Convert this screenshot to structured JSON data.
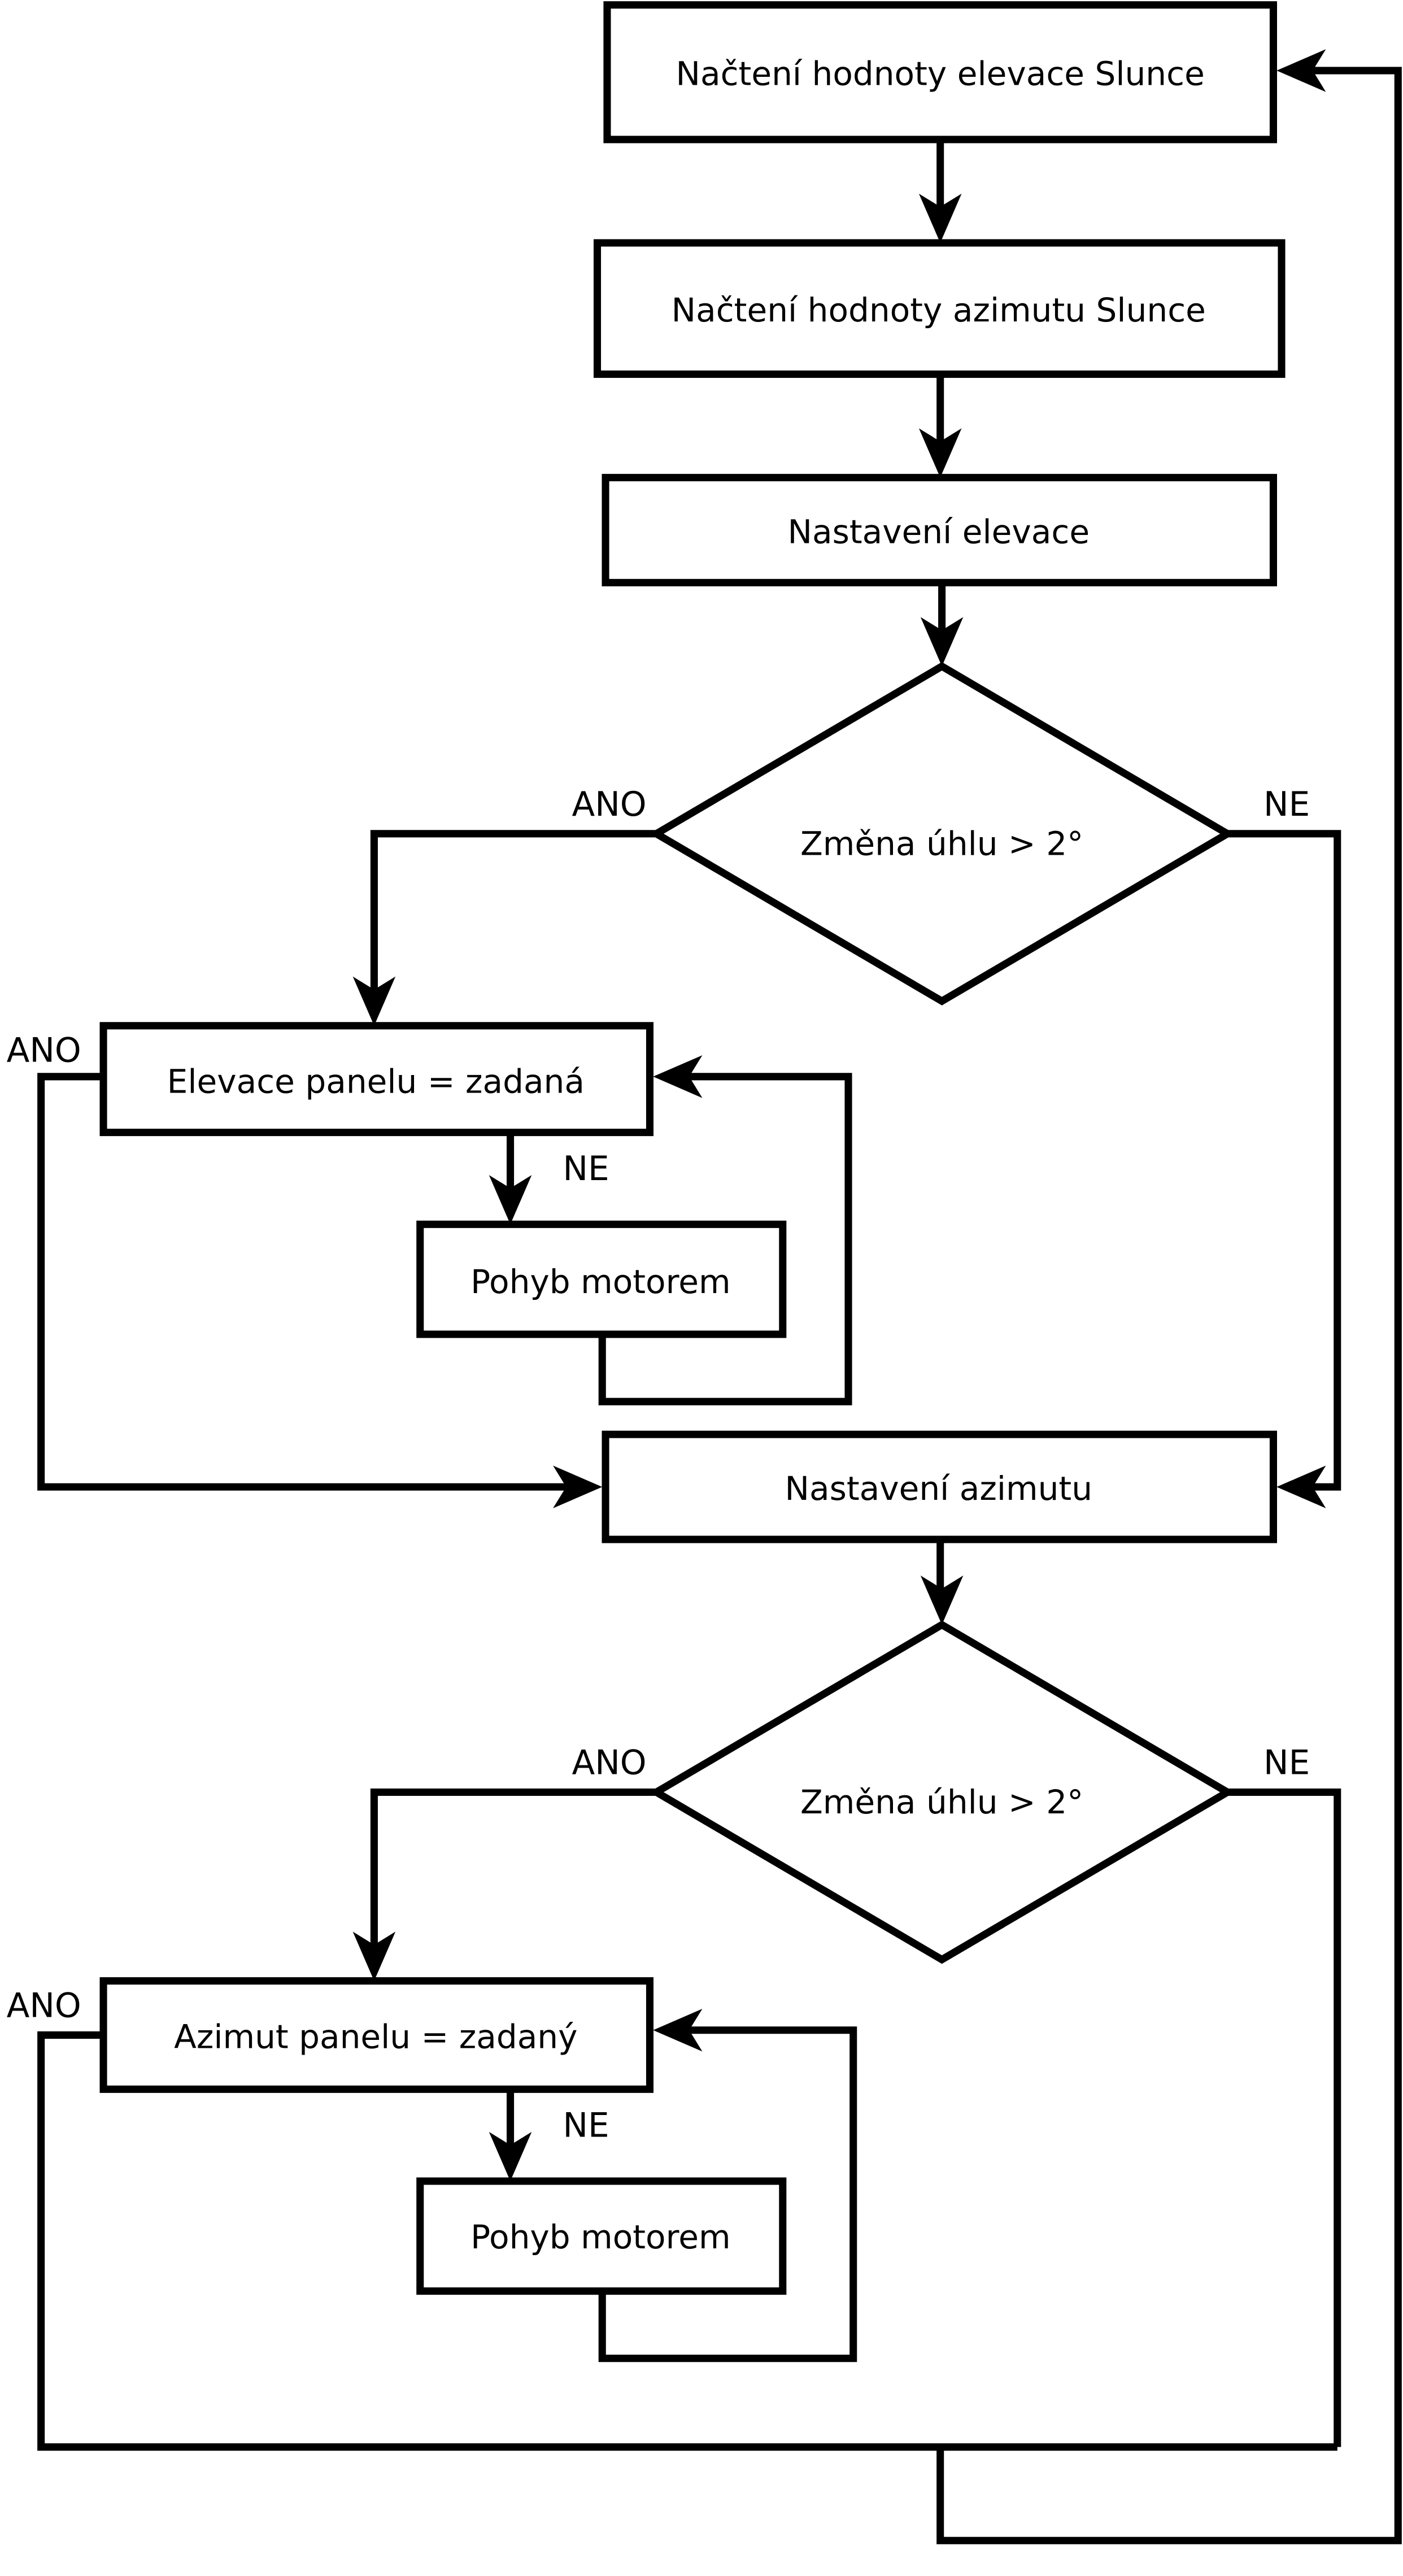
{
  "flowchart": {
    "background": "#ffffff",
    "stroke_color": "#000000",
    "nodes": {
      "read_elevation": "Načtení hodnoty elevace Slunce",
      "read_azimuth": "Načtení hodnoty azimutu Slunce",
      "set_elevation": "Nastavení elevace",
      "decision_elevation": "Změna úhlu > 2°",
      "elevation_equals_target": "Elevace panelu = zadaná",
      "motor_move_elevation": "Pohyb motorem",
      "set_azimuth": "Nastavení azimutu",
      "decision_azimuth": "Změna úhlu > 2°",
      "azimuth_equals_target": "Azimut panelu = zadaný",
      "motor_move_azimuth": "Pohyb motorem"
    },
    "branch_labels": {
      "yes": "ANO",
      "no": "NE"
    }
  }
}
